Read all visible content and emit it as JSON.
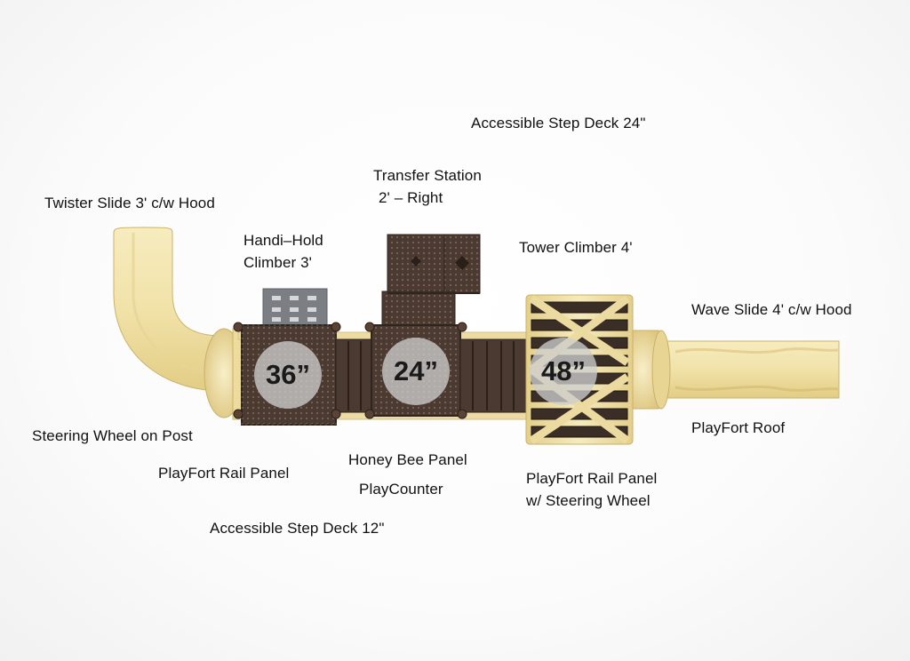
{
  "labels": {
    "accessible_step_deck_24": "Accessible Step Deck 24\"",
    "transfer_station_line1": "Transfer Station",
    "transfer_station_line2": "2' – Right",
    "twister_slide": "Twister Slide 3' c/w Hood",
    "handi_hold_line1": "Handi–Hold",
    "handi_hold_line2": "Climber 3'",
    "tower_climber": "Tower Climber 4'",
    "wave_slide": "Wave Slide 4' c/w Hood",
    "steering_wheel_post": "Steering Wheel on Post",
    "playfort_roof": "PlayFort Roof",
    "playfort_rail_panel": "PlayFort Rail Panel",
    "honey_bee_panel": "Honey Bee Panel",
    "playcounter": "PlayCounter",
    "rail_panel_wheel_line1": "PlayFort Rail Panel",
    "rail_panel_wheel_line2": "w/ Steering Wheel",
    "accessible_step_deck_12": "Accessible Step Deck 12\""
  },
  "deck_heights": {
    "deck_36": "36”",
    "deck_24": "24”",
    "deck_48": "48”"
  },
  "colors": {
    "slide_tan": "#f1e2a8",
    "deck_brown": "#4a3a31",
    "post_tan": "#e9d9a4",
    "climber_grey": "#7b7e82",
    "deck_badge": "#cdcdcd"
  }
}
